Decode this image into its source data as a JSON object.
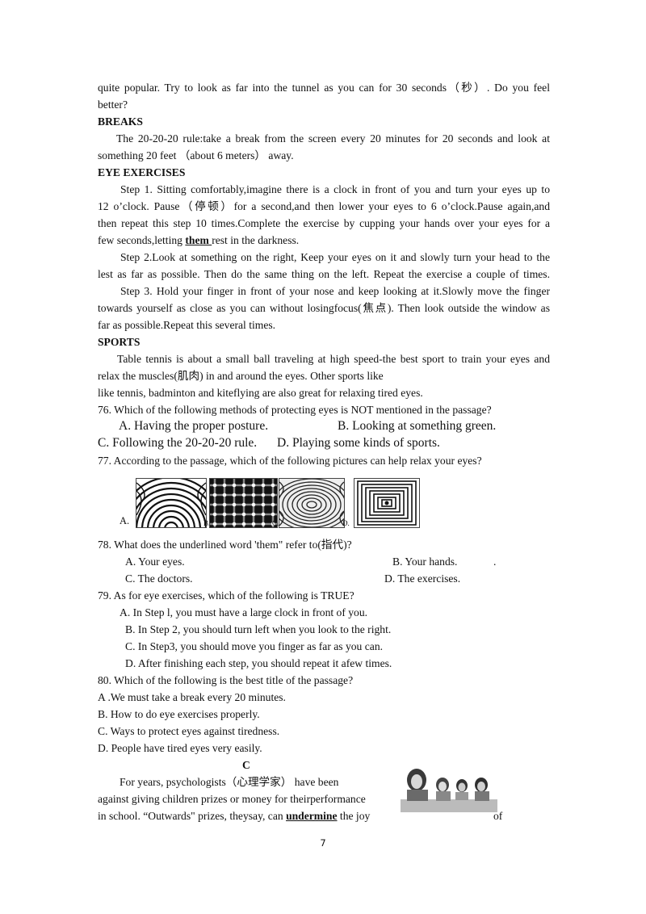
{
  "passage": {
    "l1": "quite popular. Try to look as far into the tunnel as you can for 30 seconds（秒）. Do you feel",
    "l2": "better?",
    "breaks_heading": "BREAKS",
    "l3": "The 20-20-20 rule:take a break from    the screen every 20 minutes for 20 seconds and look at",
    "l4": "something 20 feet  （about 6 meters）  away.",
    "exercises_heading": "EYE EXERCISES",
    "l5": "Step 1. Sitting comfortably,imagine there is a clock in front of you and turn your eyes up to",
    "l6": "12 o’clock. Pause（停顿）for a second,and then lower your eyes to 6 o’clock.Pause again,and",
    "l7": "then repeat this step 10 times.Complete the exercise by cupping your hands over your eyes for a",
    "l8_before": "few seconds,letting ",
    "l8_them": "them ",
    "l8_after": " rest in the darkness.",
    "l9": "Step 2.Look at something on the right, Keep your eyes on it and slowly turn your head to the",
    "l10": "lest as far as possible. Then do the same thing on the left. Repeat the exercise a couple of times.",
    "l11": "Step 3.    Hold your finger in front of your nose and keep looking at it.Slowly move the finger",
    "l12": "towards yourself as close as you can without losingfocus(焦点). Then look outside the window as",
    "l13": "far as possible.Repeat this several times.",
    "sports_heading": "SPORTS",
    "l14": "Table tennis is about a small ball traveling at high speed-the best sport to train your eyes and",
    "l15": "relax the muscles(肌肉) in and around the eyes. Other sports like",
    "l16": "like tennis, badminton and kiteflying are also great for relaxing tired eyes."
  },
  "q76": {
    "stem": "76. Which of the following methods of protecting eyes is NOT mentioned in the passage?",
    "a": "A. Having the    proper posture.",
    "b": "B. Looking at something green.",
    "c": "C. Following the 20-20-20 rule.",
    "d": "D. Playing some kinds of sports."
  },
  "q77": {
    "stem": "77.  According to the passage, which of the following pictures can help relax your eyes?",
    "a": "A.",
    "b": "B.",
    "c": "C.",
    "d": "D."
  },
  "q78": {
    "stem": "78. What does the underlined word 'them\" refer to(指代)?",
    "a": "A. Your eyes.",
    "b": "B. Your hands.",
    "b_dot": ".",
    "c": "C. The doctors.",
    "d": "D. The exercises."
  },
  "q79": {
    "stem": "79. As for eye exercises, which of the following is TRUE?",
    "a": "A. In Step l, you must have a large clock in front of    you.",
    "b": "B. In Step 2, you should turn left when you look to the right.",
    "c": "C. In Step3,    you should move you finger as far as you can.",
    "d": "D. After finishing each step, you should repeat it afew times."
  },
  "q80": {
    "stem": "80. Which of the following is the best title of the passage?",
    "a": "A .We must take a break every 20 minutes.",
    "b": "B. How to do eye exercises properly.",
    "c": "C. Ways to protect eyes against tiredness.",
    "d": "D. People have tired eyes very easily."
  },
  "section_c": {
    "heading": "C",
    "l1": "For years, psychologists（心理学家）  have been",
    "l2": "against giving children prizes or money for theirperformance",
    "l3_before": "in school. “Outwards\" prizes, theysay, can ",
    "l3_word": "undermine",
    "l3_after": " the joy",
    "l3_of": "of"
  },
  "page_number": "7"
}
